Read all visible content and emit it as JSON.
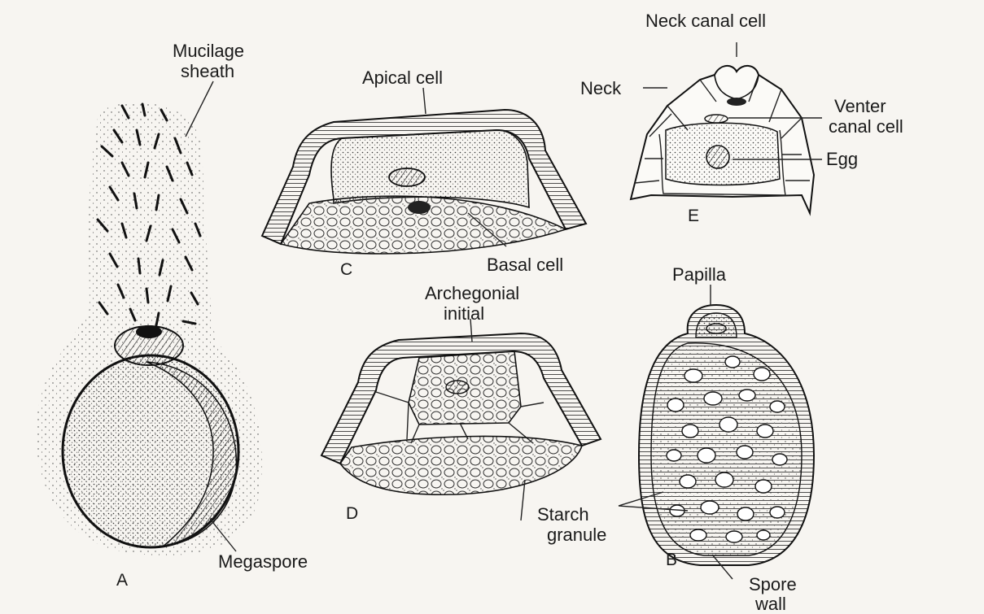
{
  "figures": {
    "A": {
      "letter": "A",
      "labels": {
        "mucilage_sheath": [
          "Mucilage",
          "sheath"
        ],
        "megaspore": "Megaspore"
      }
    },
    "B": {
      "letter": "B",
      "labels": {
        "papilla": "Papilla",
        "spore_wall": [
          "Spore",
          "wall"
        ]
      }
    },
    "C": {
      "letter": "C",
      "labels": {
        "apical_cell": "Apical cell",
        "basal_cell": "Basal cell"
      }
    },
    "D": {
      "letter": "D",
      "labels": {
        "archegonial_initial": [
          "Archegonial",
          "initial"
        ],
        "starch_granule": [
          "Starch",
          "granule"
        ]
      }
    },
    "E": {
      "letter": "E",
      "labels": {
        "neck_canal_cell": "Neck canal cell",
        "neck": "Neck",
        "venter_canal_cell": [
          "Venter",
          "canal cell"
        ],
        "egg": "Egg"
      }
    }
  }
}
